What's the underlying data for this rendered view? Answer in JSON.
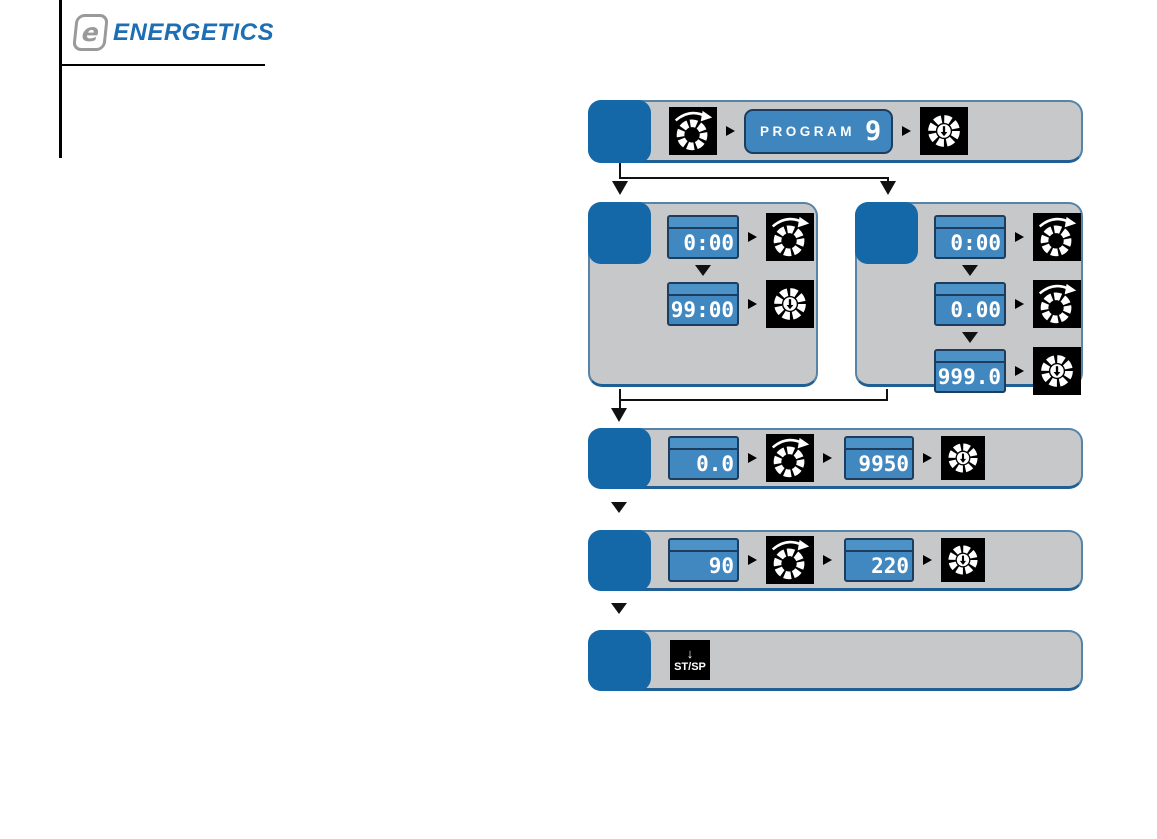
{
  "brand": {
    "logo_letter": "e",
    "name": "ENERGETICS"
  },
  "colors": {
    "brand_blue": "#1d6fb5",
    "step_tab_blue": "#1568a8",
    "box_gray": "#c7c8c9",
    "box_border_blue": "#1f5f93",
    "lcd_body_blue": "#4187c0",
    "lcd_header_blue": "#4d92c6",
    "lcd_border_navy": "#1c3d5d",
    "icon_black": "#000000",
    "lcd_text": "#ffffff"
  },
  "icons": {
    "rotate": "dial-rotate-icon",
    "press": "dial-press-icon",
    "step_arrow": "flow-arrow-right-icon",
    "flow_down": "flow-arrow-down-icon"
  },
  "flow": {
    "step1": {
      "label": "PROGRAM",
      "value": "9"
    },
    "branch_left": {
      "rows": [
        {
          "value": "0:00"
        },
        {
          "value": "99:00"
        }
      ]
    },
    "branch_right": {
      "rows": [
        {
          "value": "0:00"
        },
        {
          "value": "0.00"
        },
        {
          "value": "999.0"
        }
      ]
    },
    "step3": {
      "start_value": "0.0",
      "end_value": "9950"
    },
    "step4": {
      "start_value": "90",
      "end_value": "220"
    },
    "step5": {
      "button_arrow": "↓",
      "button_label": "ST/SP"
    }
  }
}
